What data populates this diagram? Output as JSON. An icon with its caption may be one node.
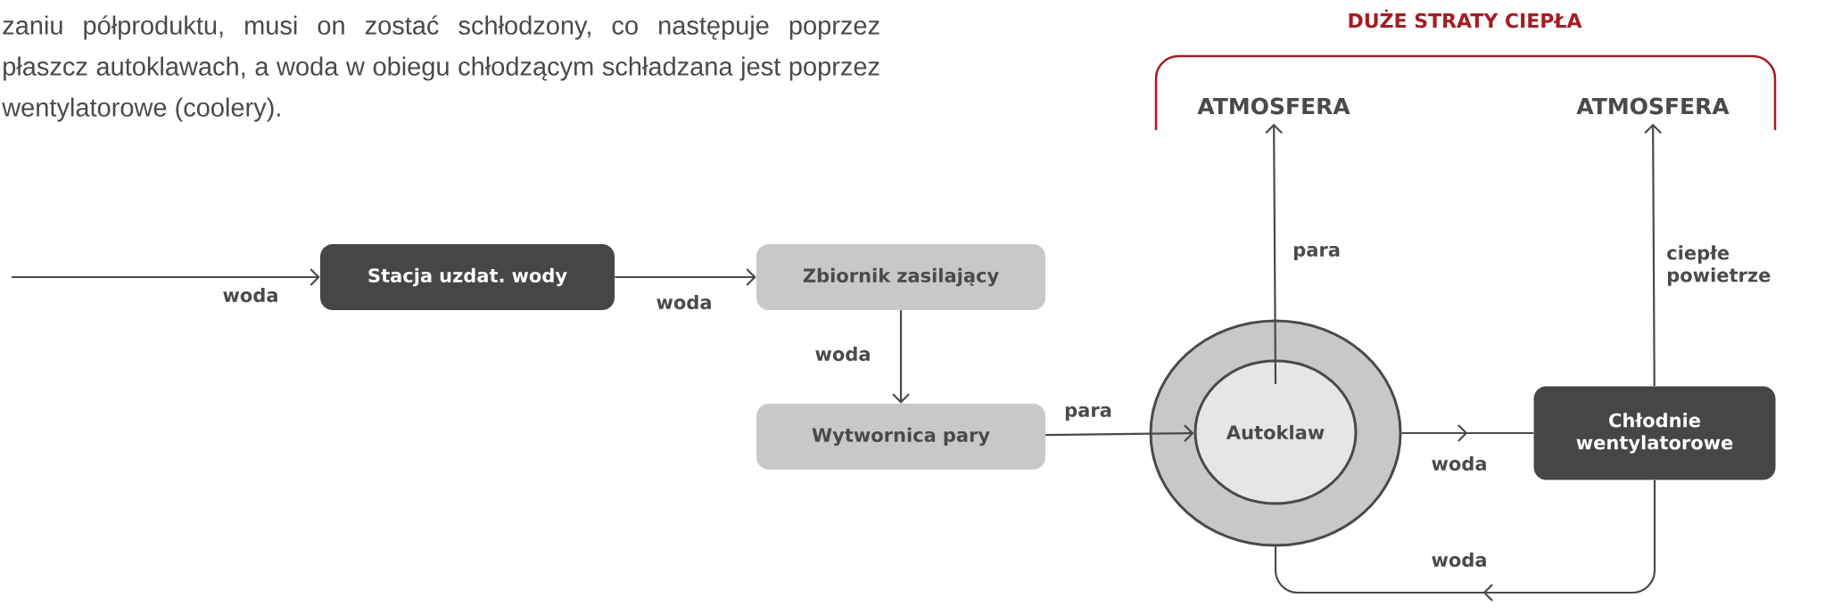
{
  "diagram": {
    "nodes": [
      {
        "text": [
          "Stacja uzdat. wody"
        ]
      },
      {
        "text": [
          "Zbiornik zasilający"
        ]
      },
      {
        "text": [
          "Wytwornica pary"
        ]
      },
      {
        "text": [],
        "shape": "circle"
      },
      {
        "text": [
          "Autoklaw"
        ],
        "in": 3
      },
      {
        "text": [
          "Chłodnie wentylatorowe"
        ]
      },
      {
        "text": [
          "ATMOSFERA"
        ]
      },
      {
        "text": [
          "ATMOSFERA"
        ]
      }
    ],
    "edges": [
      {
        "from": null,
        "to": 0,
        "arrow": "to",
        "label": "woda"
      },
      {
        "from": 0,
        "to": 1,
        "arrow": "to",
        "label": "woda"
      },
      {
        "from": 1,
        "to": 2,
        "arrow": "to",
        "label": "woda"
      },
      {
        "from": 2,
        "to": 4,
        "arrow": "to",
        "label": "para"
      },
      {
        "from": 4,
        "to": 6,
        "arrow": "to",
        "label": "para"
      },
      {
        "from": 3,
        "to": 5,
        "arrow": "to",
        "label": "woda"
      },
      {
        "from": 5,
        "to": 7,
        "arrow": "to",
        "label": "ciepłe powietrze"
      },
      {
        "from": 5,
        "to": 3,
        "arrow": "to",
        "label": "woda"
      }
    ],
    "labels": [
      "zaniu półproduktu, musi on zostać schłodzony, co następuje poprzez płaszcz autoklawach, a woda w obiegu chłodzącym schładzana jest poprzez wentylatorowe (coolery).",
      "DUŻE STRATY CIEPŁA"
    ]
  }
}
